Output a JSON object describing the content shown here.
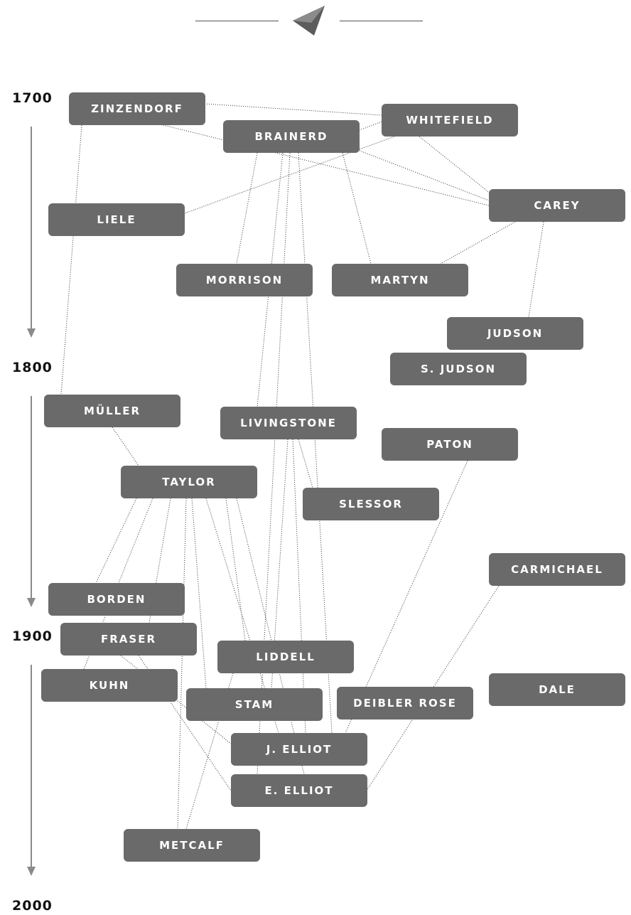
{
  "years": [
    "1700",
    "1800",
    "1900",
    "2000"
  ],
  "nodes": [
    {
      "id": "zinzendorf",
      "label": "ZINZENDORF"
    },
    {
      "id": "whitefield",
      "label": "WHITEFIELD"
    },
    {
      "id": "brainerd",
      "label": "BRAINERD"
    },
    {
      "id": "carey",
      "label": "CAREY"
    },
    {
      "id": "liele",
      "label": "LIELE"
    },
    {
      "id": "morrison",
      "label": "MORRISON"
    },
    {
      "id": "martyn",
      "label": "MARTYN"
    },
    {
      "id": "judson",
      "label": "JUDSON"
    },
    {
      "id": "s-judson",
      "label": "S. JUDSON"
    },
    {
      "id": "muller",
      "label": "MÜLLER"
    },
    {
      "id": "livingstone",
      "label": "LIVINGSTONE"
    },
    {
      "id": "paton",
      "label": "PATON"
    },
    {
      "id": "taylor",
      "label": "TAYLOR"
    },
    {
      "id": "slessor",
      "label": "SLESSOR"
    },
    {
      "id": "carmichael",
      "label": "CARMICHAEL"
    },
    {
      "id": "borden",
      "label": "BORDEN"
    },
    {
      "id": "fraser",
      "label": "FRASER"
    },
    {
      "id": "liddell",
      "label": "LIDDELL"
    },
    {
      "id": "kuhn",
      "label": "KUHN"
    },
    {
      "id": "dale",
      "label": "DALE"
    },
    {
      "id": "stam",
      "label": "STAM"
    },
    {
      "id": "deibler-rose",
      "label": "DEIBLER ROSE"
    },
    {
      "id": "j-elliot",
      "label": "J. ELLIOT"
    },
    {
      "id": "e-elliot",
      "label": "E. ELLIOT"
    },
    {
      "id": "metcalf",
      "label": "METCALF"
    }
  ],
  "links": [
    [
      "zinzendorf",
      "whitefield"
    ],
    [
      "zinzendorf",
      "carey"
    ],
    [
      "zinzendorf",
      "muller"
    ],
    [
      "whitefield",
      "brainerd"
    ],
    [
      "whitefield",
      "liele"
    ],
    [
      "brainerd",
      "carey"
    ],
    [
      "brainerd",
      "morrison"
    ],
    [
      "brainerd",
      "martyn"
    ],
    [
      "brainerd",
      "livingstone"
    ],
    [
      "brainerd",
      "j-elliot"
    ],
    [
      "brainerd",
      "e-elliot"
    ],
    [
      "whitefield",
      "carey"
    ],
    [
      "carey",
      "martyn"
    ],
    [
      "carey",
      "judson"
    ],
    [
      "muller",
      "taylor"
    ],
    [
      "livingstone",
      "slessor"
    ],
    [
      "livingstone",
      "stam"
    ],
    [
      "livingstone",
      "j-elliot"
    ],
    [
      "taylor",
      "borden"
    ],
    [
      "taylor",
      "fraser"
    ],
    [
      "taylor",
      "kuhn"
    ],
    [
      "taylor",
      "liddell"
    ],
    [
      "taylor",
      "stam"
    ],
    [
      "taylor",
      "j-elliot"
    ],
    [
      "taylor",
      "e-elliot"
    ],
    [
      "taylor",
      "metcalf"
    ],
    [
      "paton",
      "j-elliot"
    ],
    [
      "carmichael",
      "e-elliot"
    ],
    [
      "fraser",
      "j-elliot"
    ],
    [
      "fraser",
      "e-elliot"
    ],
    [
      "liddell",
      "metcalf"
    ]
  ]
}
